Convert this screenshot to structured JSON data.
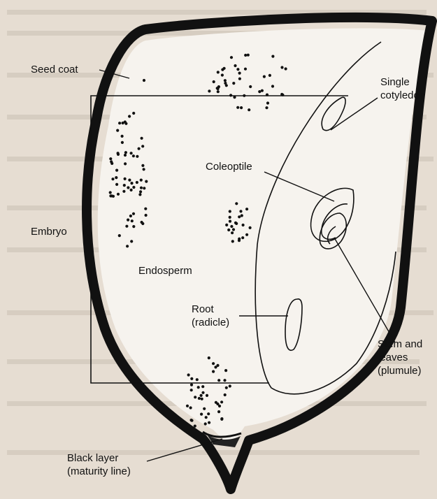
{
  "diagram": {
    "labels": {
      "seed_coat": "Seed coat",
      "single_cotyledon_1": "Single",
      "single_cotyledon_2": "cotyledon",
      "coleoptile": "Coleoptile",
      "embryo": "Embryo",
      "endosperm": "Endosperm",
      "root_1": "Root",
      "root_2": "(radicle)",
      "stem_1": "Stem and",
      "stem_2": "leaves",
      "stem_3": "(plumule)",
      "black_layer_1": "Black layer",
      "black_layer_2": "(maturity line)"
    },
    "colors": {
      "paper": "#e6ddd2",
      "kernel_fill": "#f6f3ee",
      "ink": "#111111",
      "bleed_text": "#8c8377"
    }
  }
}
